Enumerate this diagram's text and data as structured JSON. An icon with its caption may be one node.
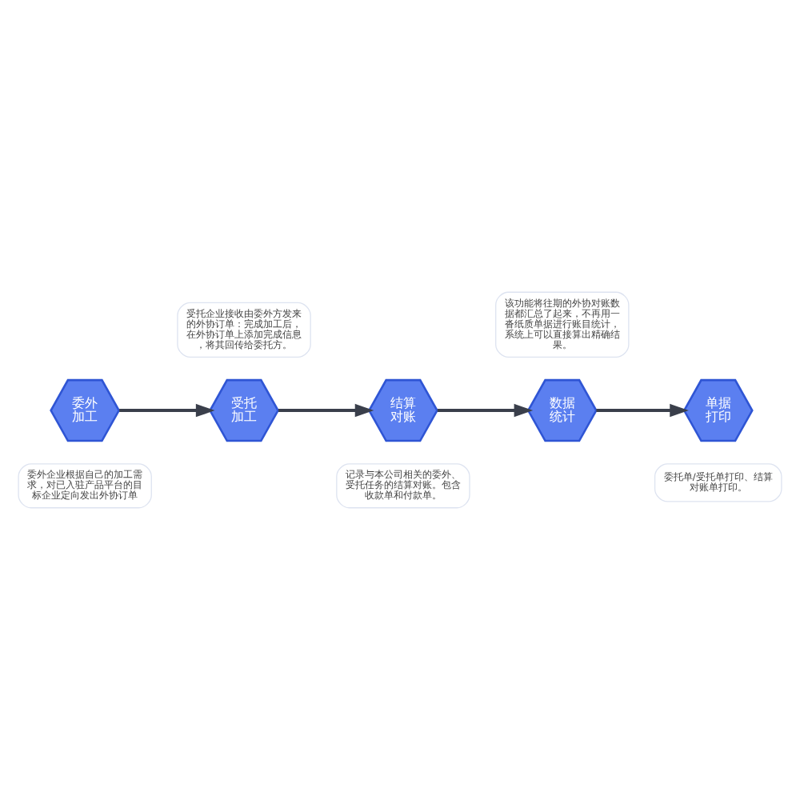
{
  "diagram": {
    "nodes": [
      {
        "text": [
          "委外企业根据自己的加工需求，对已入驻产品平台的目标企业定向发出外协订单"
        ]
      },
      {
        "text": [
          "记录与本公司相关的委外、受托任务的结算对账。包含收款单和付款单。"
        ]
      },
      {
        "text": [
          "委托单/受托单打印、结算对账单打印。"
        ]
      },
      {
        "text": [
          "委外加工"
        ]
      },
      {
        "text": [
          "受托加工"
        ]
      },
      {
        "text": [
          "结算对账"
        ]
      },
      {
        "text": [
          "数据统计"
        ]
      },
      {
        "text": [
          "单据打印"
        ]
      },
      {
        "text": [
          "受托企业接收由委外方发来的外协订单：完成加工后，在外协订单上添加完成信息，将其回传给委托方。"
        ]
      },
      {
        "text": [
          "该功能将往期的外协对账数据都汇总了起来，不再用一沓纸质单据进行账目统计，系统上可以直接算出精确结果。"
        ]
      }
    ],
    "edges": [
      {
        "from": 3,
        "to": 4,
        "arrow": "to"
      },
      {
        "from": 4,
        "to": 5,
        "arrow": "to"
      },
      {
        "from": 5,
        "to": 6,
        "arrow": "to"
      },
      {
        "from": 6,
        "to": 7,
        "arrow": "to"
      }
    ]
  }
}
